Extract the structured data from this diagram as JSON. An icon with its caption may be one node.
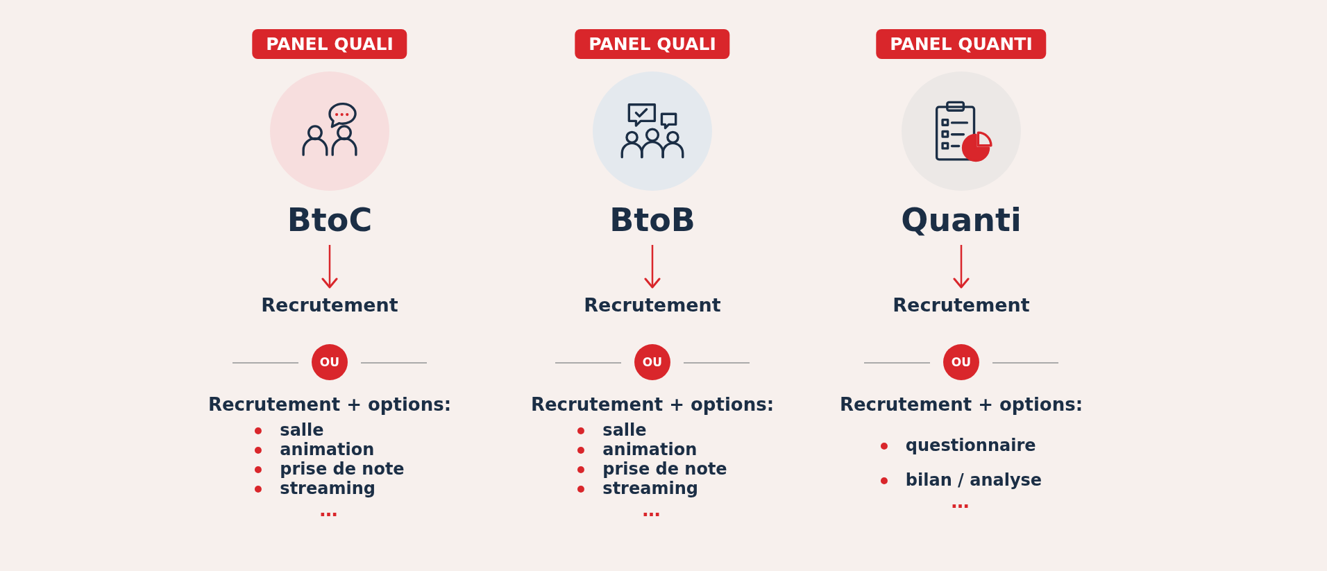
{
  "diagram": {
    "nodes": [
      {
        "text": [
          "PANEL QUALI"
        ]
      },
      {
        "text": [
          "BtoC"
        ]
      },
      {
        "text": [
          "Recrutement"
        ]
      },
      {
        "text": [
          "OU"
        ]
      },
      {
        "text": [
          "Recrutement + options:",
          "salle",
          "animation",
          "prise de note",
          "streaming",
          "…"
        ]
      },
      {
        "text": [
          "PANEL QUALI"
        ]
      },
      {
        "text": [
          "BtoB"
        ]
      },
      {
        "text": [
          "Recrutement"
        ]
      },
      {
        "text": [
          "OU"
        ]
      },
      {
        "text": [
          "Recrutement + options:",
          "salle",
          "animation",
          "prise de note",
          "streaming",
          "…"
        ]
      },
      {
        "text": [
          "PANEL QUANTI"
        ]
      },
      {
        "text": [
          "Quanti"
        ]
      },
      {
        "text": [
          "Recrutement"
        ]
      },
      {
        "text": [
          "OU"
        ]
      },
      {
        "text": [
          "Recrutement + options:",
          "questionnaire",
          "bilan / analyse",
          "…"
        ]
      }
    ],
    "edges": [
      {
        "from": 1,
        "to": 2,
        "arrow": "to"
      },
      {
        "from": 6,
        "to": 7,
        "arrow": "to"
      },
      {
        "from": 11,
        "to": 12,
        "arrow": "to"
      }
    ]
  }
}
